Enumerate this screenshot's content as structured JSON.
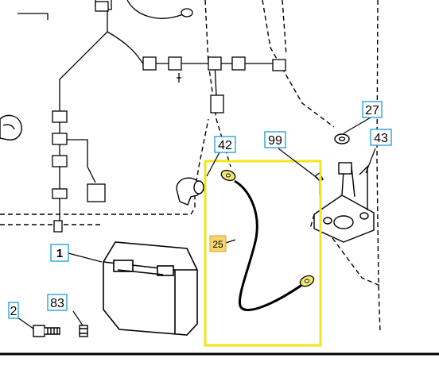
{
  "callouts": {
    "battery": "1",
    "bolt": "2",
    "nut": "83",
    "cable": "25",
    "clip": "42",
    "screw": "99",
    "washer": "27",
    "solenoid": "43"
  },
  "colors": {
    "highlight_frame": "#f2e51b",
    "highlight_label_fill": "#f5d56a",
    "callout_box": "#1a9ad6",
    "line": "#000000"
  }
}
